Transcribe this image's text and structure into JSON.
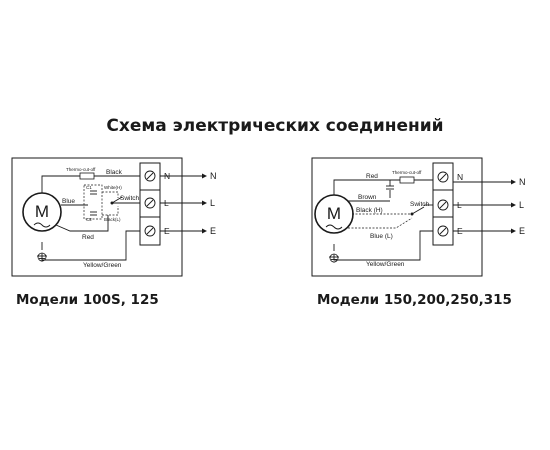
{
  "title": "Схема электрических соединений",
  "left_diagram": {
    "caption": "Модели 100S, 125",
    "motor_letter": "M",
    "labels": {
      "thermo_cutoff": "Thermo-cut-off",
      "black": "Black",
      "blue": "Blue",
      "red": "Red",
      "switch": "Switch",
      "white_h": "White(H)",
      "black_l": "Black(L)",
      "c1": "C1",
      "c2": "C2",
      "yellow_green": "Yellow/Green"
    },
    "terminals": [
      "N",
      "L",
      "E"
    ],
    "external": [
      "N",
      "L",
      "E"
    ]
  },
  "right_diagram": {
    "caption": "Модели 150,200,250,315",
    "motor_letter": "M",
    "labels": {
      "thermo_cutoff": "Thermo-cut-off",
      "red": "Red",
      "brown": "Brown",
      "black_h": "Black (H)",
      "blue_l": "Blue (L)",
      "switch": "Switch",
      "yellow_green": "Yellow/Green"
    },
    "terminals": [
      "N",
      "L",
      "E"
    ],
    "external": [
      "N",
      "L",
      "E"
    ]
  }
}
